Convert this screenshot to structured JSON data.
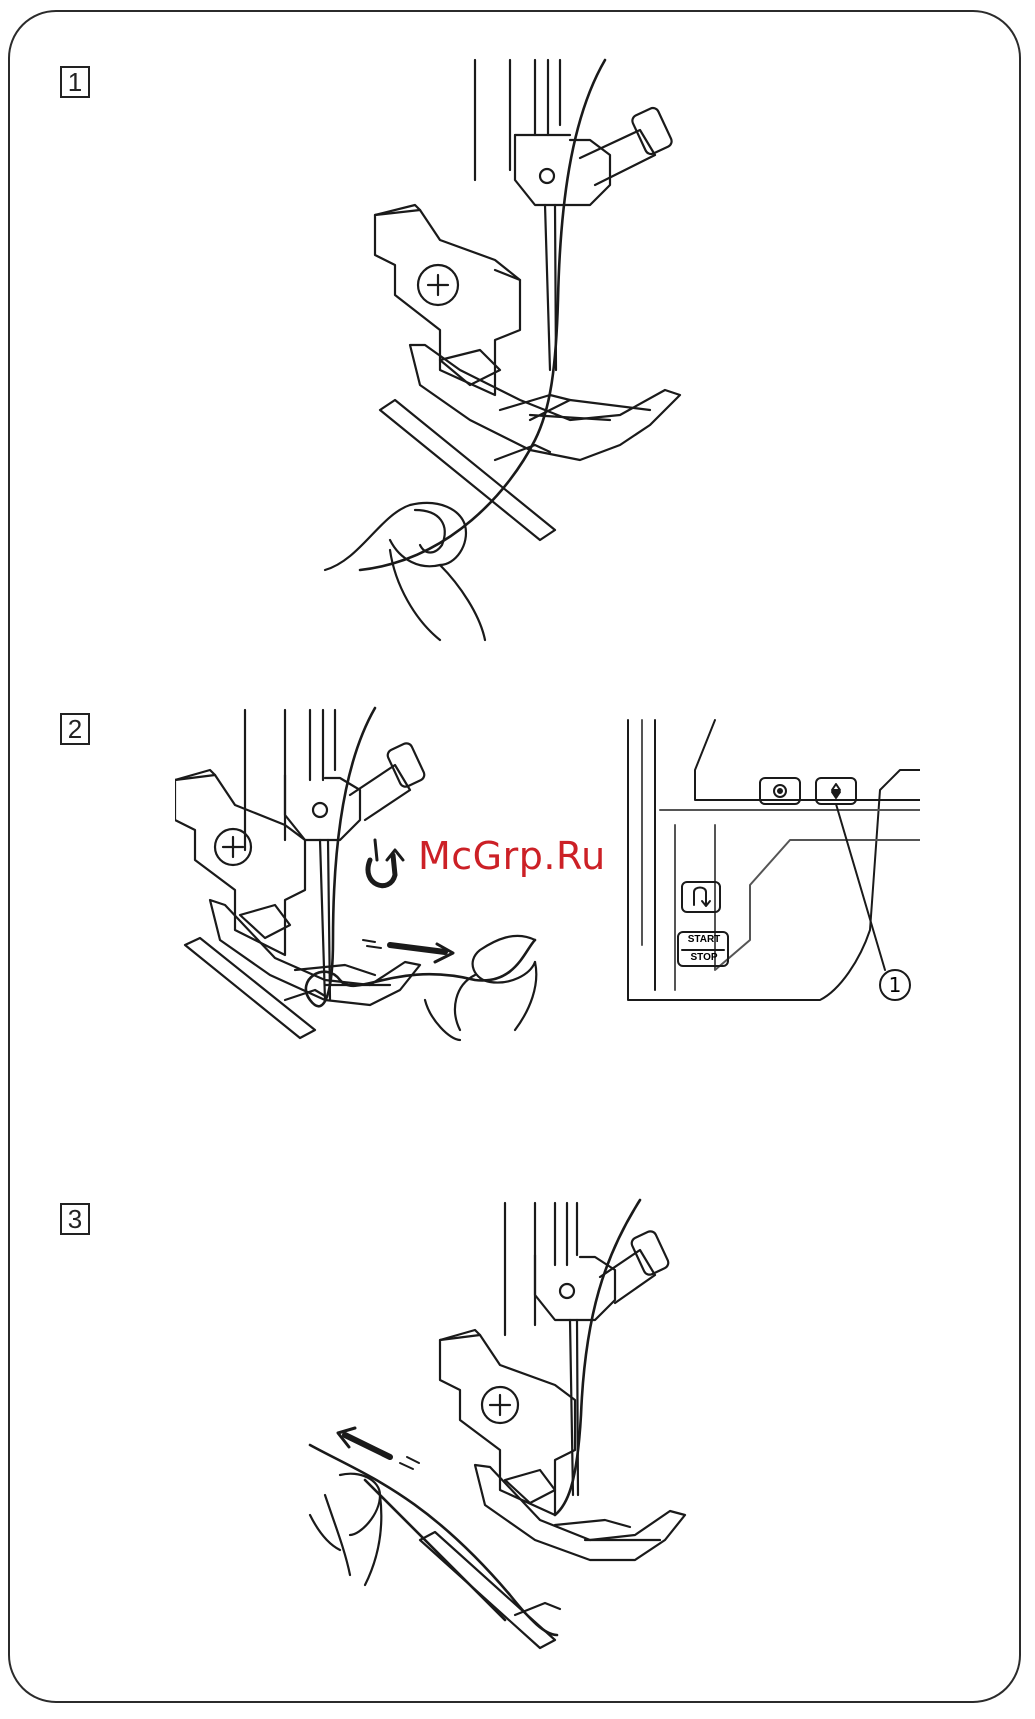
{
  "steps": [
    {
      "number": "1"
    },
    {
      "number": "2"
    },
    {
      "number": "3"
    }
  ],
  "watermark": "McGrp.Ru",
  "control_panel": {
    "start_label": "START",
    "stop_label": "STOP",
    "callout": "1"
  },
  "colors": {
    "line": "#1a1a1a",
    "frame": "#2b2b2b",
    "watermark": "#cc2026"
  }
}
